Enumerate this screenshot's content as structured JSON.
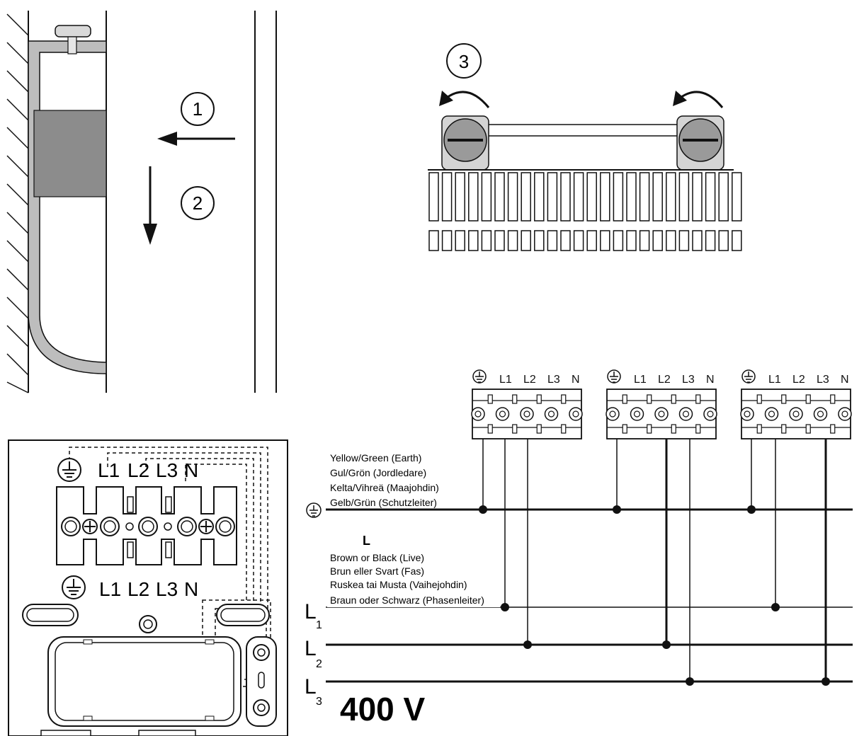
{
  "steps": {
    "step1": "1",
    "step2": "2",
    "step3": "3"
  },
  "bottom_left": {
    "upper_terminal_labels": [
      "L1",
      "L2",
      "L3",
      "N"
    ],
    "lower_terminal_labels": [
      "L1",
      "L2",
      "L3",
      "N"
    ],
    "earth_icon": "earth-ground-icon"
  },
  "wiring": {
    "block_headers": [
      [
        "L1",
        "L2",
        "L3",
        "N"
      ],
      [
        "L1",
        "L2",
        "L3",
        "N"
      ],
      [
        "L1",
        "L2",
        "L3",
        "N"
      ]
    ],
    "earth_legend": [
      "Yellow/Green (Earth)",
      "Gul/Grön (Jordledare)",
      "Kelta/Vihreä (Maajohdin)",
      "Gelb/Grün (Schutzleiter)"
    ],
    "live_title": "L",
    "live_legend": [
      "Brown or Black (Live)",
      "Brun eller Svart (Fas)",
      "Ruskea tai Musta (Vaihejohdin)",
      "Braun oder Schwarz (Phasenleiter)"
    ],
    "phase_labels": [
      {
        "main": "L",
        "sub": "1"
      },
      {
        "main": "L",
        "sub": "2"
      },
      {
        "main": "L",
        "sub": "3"
      }
    ],
    "voltage": "400 V"
  }
}
